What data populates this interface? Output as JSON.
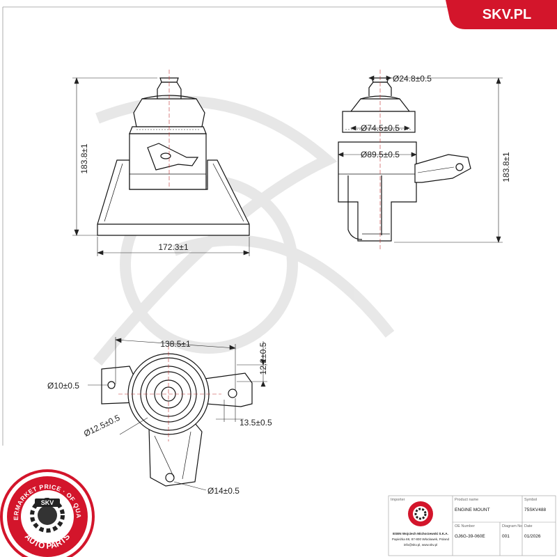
{
  "brand": {
    "logo_text": "SKV.PL",
    "accent": "#d3152b"
  },
  "seal": {
    "ring_text": "AFTERMARKET PRICE · OF QUALITY",
    "center_text": "SKV",
    "bottom_text": "AUTO PARTS"
  },
  "dimensions": {
    "front_height": "183.8±1",
    "front_width": "172.3±1",
    "side_top_dia": "Ø24.8±0.5",
    "side_mid_dia": "Ø74.5±0.5",
    "side_body_dia": "Ø89.5±0.5",
    "side_height": "183.8±1",
    "top_span": "138.5±1",
    "top_offset": "12.2±0.5",
    "top_left_hole": "Ø10±0.5",
    "top_center_dia": "Ø12.5±0.5",
    "top_right_offset": "13.5±0.5",
    "top_bottom_hole": "Ø14±0.5"
  },
  "title_block": {
    "importer_label": "Importer",
    "product_name_label": "Product name",
    "product_name": "ENGINE MOUNT",
    "symbol_label": "Symbol",
    "symbol": "75SKV488",
    "company": "ESEN Wojciech Michorzewski S.K.A.",
    "address": "Papieżka 69, 87-800 Włocławek, Poland",
    "contact": "info@skv.pl, www.skv.pl",
    "oe_label": "OE Number",
    "oe_number": "GJ6G-39-060E",
    "diagram_label": "Diagram No",
    "diagram_no": "001",
    "date_label": "Date",
    "date": "01/2026"
  }
}
